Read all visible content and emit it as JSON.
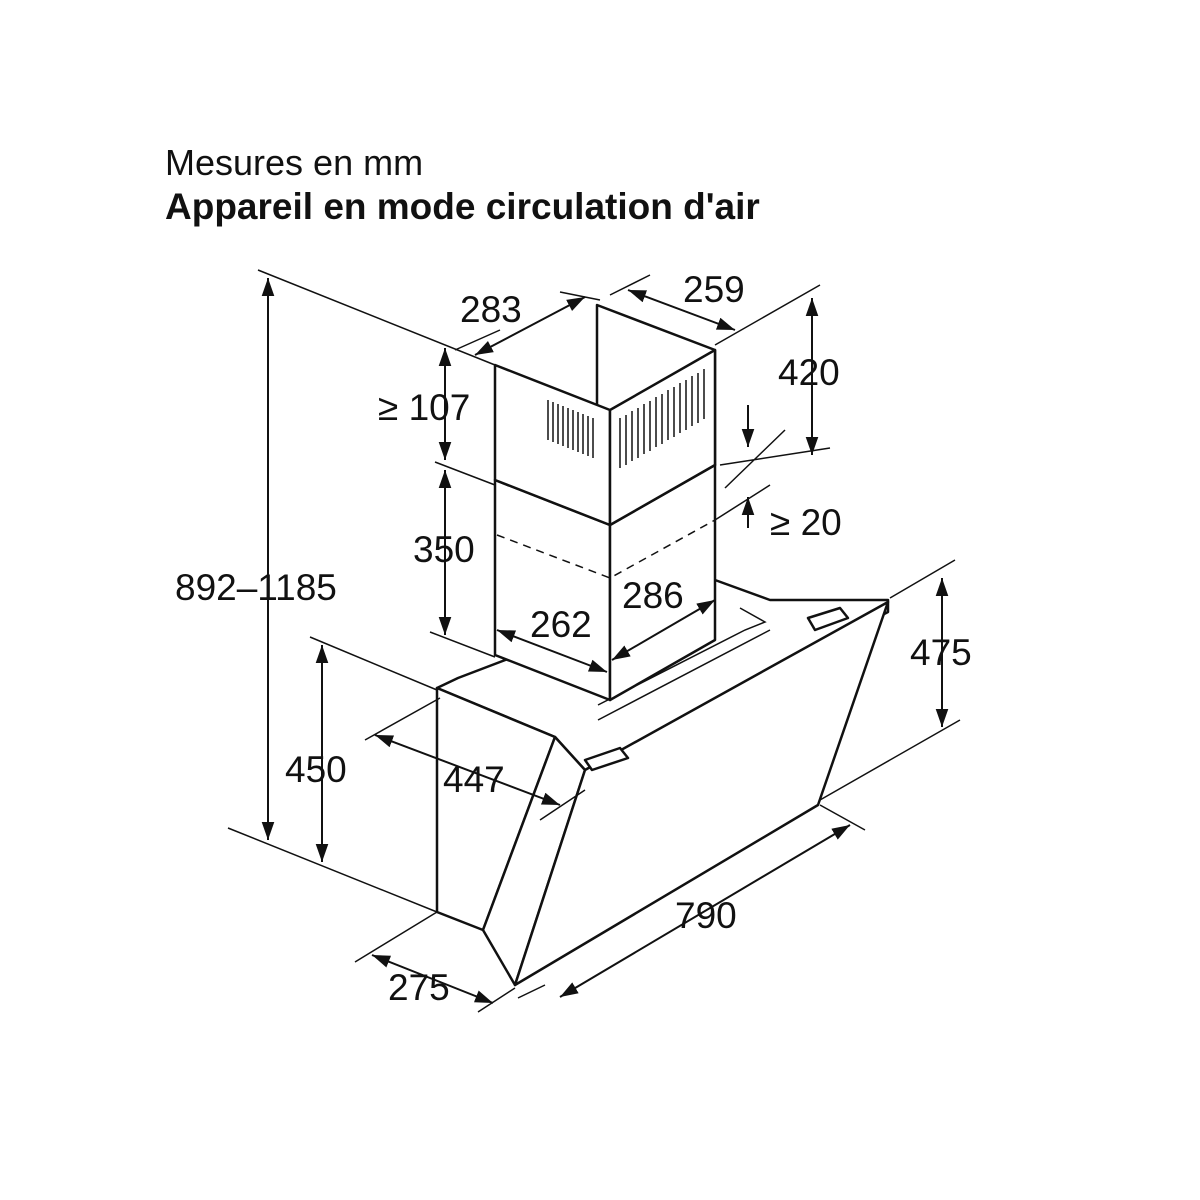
{
  "header": {
    "units_note": "Mesures en mm",
    "title": "Appareil en mode circulation d'air"
  },
  "dimensions": {
    "chimney_depth": "283",
    "chimney_width_top": "259",
    "chimney_upper_height": "420",
    "min_top_clearance": "≥ 107",
    "min_gap": "≥ 20",
    "chimney_lower_height": "350",
    "total_height": "892–1185",
    "chimney_base_width": "286",
    "chimney_base_depth": "262",
    "glass_height": "475",
    "hood_height": "450",
    "hood_depth": "447",
    "hood_width": "790",
    "hood_base_depth": "275"
  },
  "colors": {
    "line": "#111111",
    "background": "#ffffff"
  }
}
